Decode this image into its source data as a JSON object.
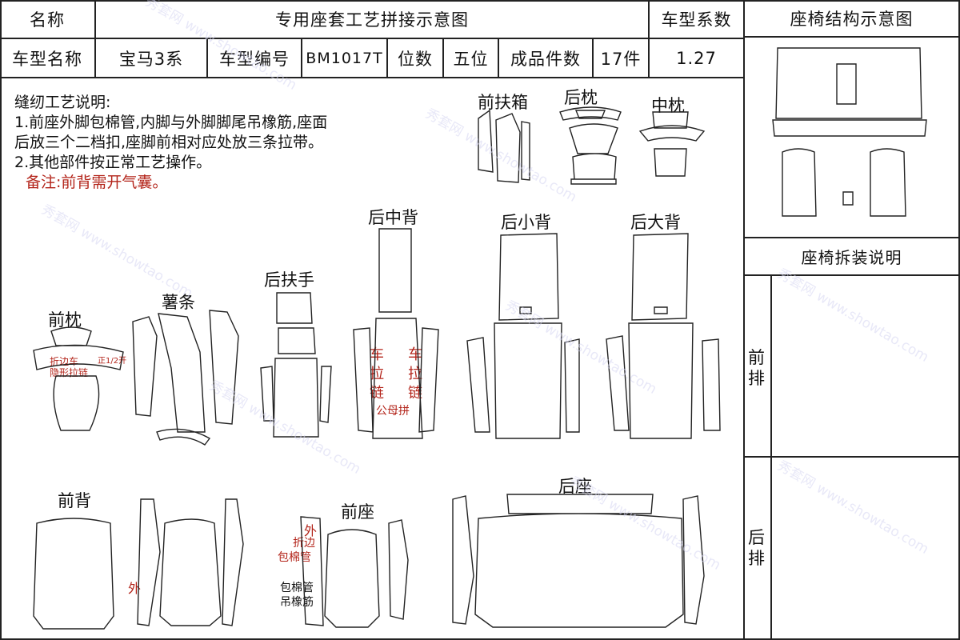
{
  "header": {
    "name_label": "名称",
    "title": "专用座套工艺拼接示意图",
    "coef_label": "车型系数",
    "struct_title": "座椅结构示意图"
  },
  "row2": {
    "model_name_label": "车型名称",
    "model_name": "宝马3系",
    "model_no_label": "车型编号",
    "model_no": "BM1017T",
    "seats_label": "位数",
    "seats": "五位",
    "pieces_label": "成品件数",
    "pieces": "17件",
    "coef": "1.27"
  },
  "notes": {
    "heading": "缝纫工艺说明:",
    "line1a": "1.前座外脚包棉管,内脚与外脚脚尾吊橡筋,座面",
    "line1b": "后放三个二档扣,座脚前相对应处放三条拉带。",
    "line2": "2.其他部件按正常工艺操作。",
    "remark": "备注:前背需开气囊。"
  },
  "side": {
    "install_title": "座椅拆装说明",
    "front_row": "前排",
    "rear_row": "后排"
  },
  "pieces": {
    "front_armrest_box": "前扶箱",
    "rear_pillow": "后枕",
    "mid_pillow": "中枕",
    "rear_mid_back": "后中背",
    "rear_small_back": "后小背",
    "rear_big_back": "后大背",
    "rear_armrest": "后扶手",
    "strip": "薯条",
    "front_pillow": "前枕",
    "front_back": "前背",
    "front_seat": "前座",
    "rear_seat": "后座"
  },
  "annotations": {
    "fold_edge_sew": "折边车",
    "hidden_zipper": "隐形拉链",
    "front_split": "正1/2开",
    "zipper_left": "车拉链",
    "zipper_right": "车拉链",
    "male_female": "公母拼",
    "outer": "外",
    "outer2": "外",
    "fold_edge": "折边",
    "cotton_pipe": "包棉管",
    "cotton_pipe2": "包棉管",
    "elastic": "吊橡筋"
  },
  "watermarks": [
    "秀套网 www.showtao.com"
  ]
}
